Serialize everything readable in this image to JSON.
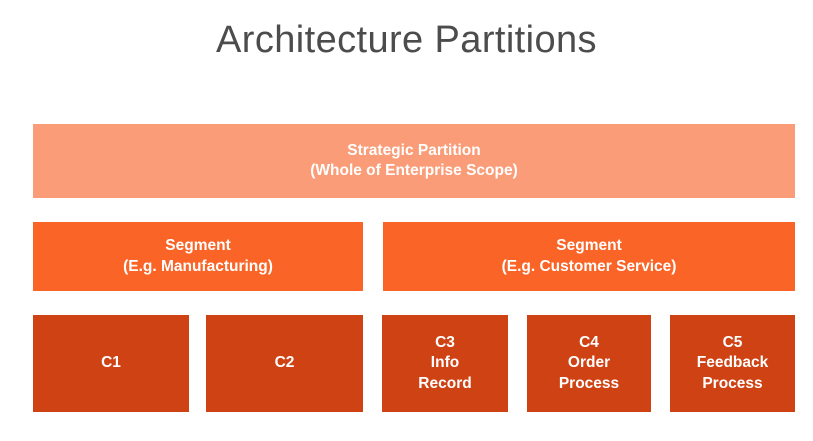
{
  "title": "Architecture Partitions",
  "colors": {
    "background": "#ffffff",
    "title_text": "#4c4c4c",
    "strategic": "#fa9c77",
    "segment": "#fa6426",
    "capability": "#cf4214",
    "box_text": "#ffffff"
  },
  "strategic": {
    "line1": "Strategic Partition",
    "line2": "(Whole of Enterprise Scope)"
  },
  "segments": [
    {
      "line1": "Segment",
      "line2": "(E.g. Manufacturing)"
    },
    {
      "line1": "Segment",
      "line2": "(E.g. Customer Service)"
    }
  ],
  "capabilities": [
    {
      "line1": "C1",
      "line2": "",
      "line3": ""
    },
    {
      "line1": "C2",
      "line2": "",
      "line3": ""
    },
    {
      "line1": "C3",
      "line2": "Info",
      "line3": "Record"
    },
    {
      "line1": "C4",
      "line2": "Order",
      "line3": "Process"
    },
    {
      "line1": "C5",
      "line2": "Feedback",
      "line3": "Process"
    }
  ]
}
